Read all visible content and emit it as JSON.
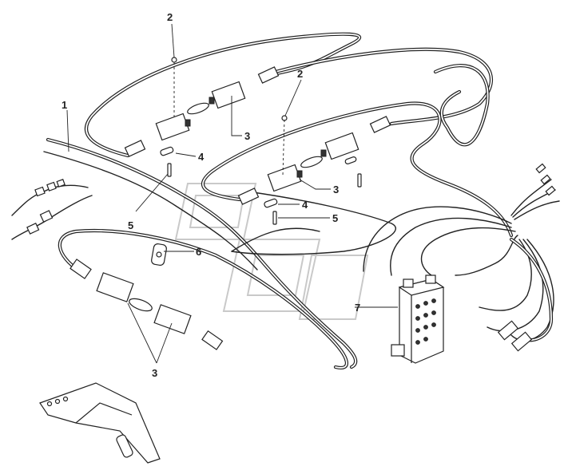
{
  "callouts": {
    "c1": "1",
    "c2a": "2",
    "c2b": "2",
    "c3a": "3",
    "c3b": "3",
    "c3c": "3",
    "c4a": "4",
    "c4b": "4",
    "c5a": "5",
    "c5b": "5",
    "c6": "6",
    "c7": "7"
  },
  "watermark": {
    "color": "#c9c9c9"
  }
}
